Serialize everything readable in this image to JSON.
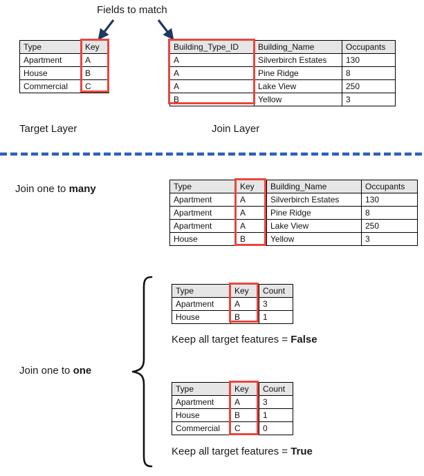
{
  "annotations": {
    "fields_to_match": "Fields to match",
    "target_layer_label": "Target Layer",
    "join_layer_label": "Join Layer",
    "join_one_to_many_prefix": "Join one to ",
    "join_one_to_many_emphasis": "many",
    "join_one_to_one_prefix": "Join one to ",
    "join_one_to_one_emphasis": "one",
    "keep_all_prefix": "Keep all target features = ",
    "keep_all_false": "False",
    "keep_all_true": "True"
  },
  "colors": {
    "highlight_red": "#e8463c",
    "arrow_navy": "#1f3864",
    "separator_blue": "#2e5fbe",
    "header_gray": "#e6e6e6",
    "border_black": "#000000"
  },
  "icons": {
    "arrow_left_target": "arrow-down-left-icon",
    "arrow_right_join": "arrow-down-right-icon",
    "brace": "curly-brace-icon",
    "separator": "dashed-divider-icon"
  },
  "tables": {
    "target_layer": {
      "name": "Target Layer",
      "headers": [
        "Type",
        "Key"
      ],
      "rows": [
        [
          "Apartment",
          "A"
        ],
        [
          "House",
          "B"
        ],
        [
          "Commercial",
          "C"
        ]
      ],
      "highlight_column": "Key"
    },
    "join_layer": {
      "name": "Join Layer",
      "headers": [
        "Building_Type_ID",
        "Building_Name",
        "Occupants"
      ],
      "rows": [
        [
          "A",
          "Silverbirch Estates",
          "130"
        ],
        [
          "A",
          "Pine Ridge",
          "8"
        ],
        [
          "A",
          "Lake View",
          "250"
        ],
        [
          "B",
          "Yellow",
          "3"
        ]
      ],
      "highlight_column": "Building_Type_ID"
    },
    "one_to_many_result": {
      "name": "Join one to many result",
      "headers": [
        "Type",
        "Key",
        "Building_Name",
        "Occupants"
      ],
      "rows": [
        [
          "Apartment",
          "A",
          "Silverbirch Estates",
          "130"
        ],
        [
          "Apartment",
          "A",
          "Pine Ridge",
          "8"
        ],
        [
          "Apartment",
          "A",
          "Lake View",
          "250"
        ],
        [
          "House",
          "B",
          "Yellow",
          "3"
        ]
      ],
      "highlight_column": "Key"
    },
    "one_to_one_false": {
      "name": "Join one to one, keep all target features false",
      "headers": [
        "Type",
        "Key",
        "Count"
      ],
      "rows": [
        [
          "Apartment",
          "A",
          "3"
        ],
        [
          "House",
          "B",
          "1"
        ]
      ],
      "highlight_column": "Key"
    },
    "one_to_one_true": {
      "name": "Join one to one, keep all target features true",
      "headers": [
        "Type",
        "Key",
        "Count"
      ],
      "rows": [
        [
          "Apartment",
          "A",
          "3"
        ],
        [
          "House",
          "B",
          "1"
        ],
        [
          "Commercial",
          "C",
          "0"
        ]
      ],
      "highlight_column": "Key"
    }
  }
}
